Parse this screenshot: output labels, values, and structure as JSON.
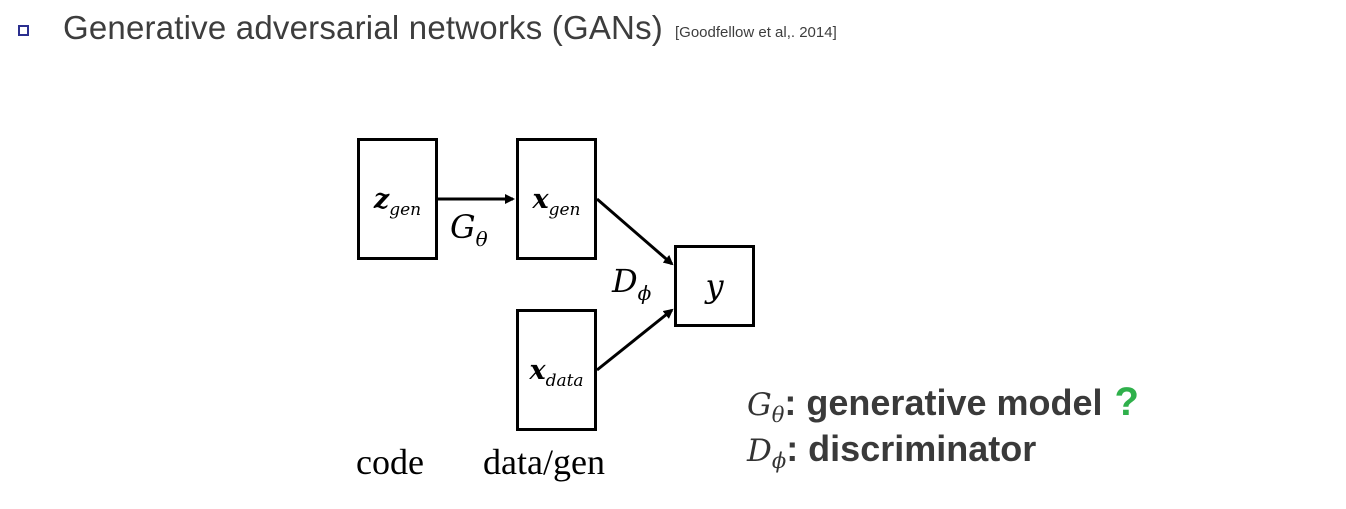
{
  "header": {
    "title": "Generative adversarial networks (GANs)",
    "citation": "[Goodfellow et al,. 2014]"
  },
  "diagram": {
    "z_gen": {
      "base": "z",
      "sub": "gen"
    },
    "x_gen": {
      "base": "x",
      "sub": "gen"
    },
    "x_data": {
      "base": "x",
      "sub": "data"
    },
    "y": "y",
    "g_label": {
      "base": "G",
      "sub": "θ"
    },
    "d_label": {
      "base": "D",
      "sub": "ϕ"
    },
    "code_label": "code",
    "datagen_label": "data/gen"
  },
  "legend": {
    "g": {
      "base": "G",
      "sub": "θ",
      "text": ": generative model",
      "mark": "?"
    },
    "d": {
      "base": "D",
      "sub": "ϕ",
      "text": ": discriminator"
    }
  },
  "colors": {
    "bullet": "#2b2f8f",
    "question_mark": "#2fb04b",
    "title": "#3d3d3d"
  }
}
